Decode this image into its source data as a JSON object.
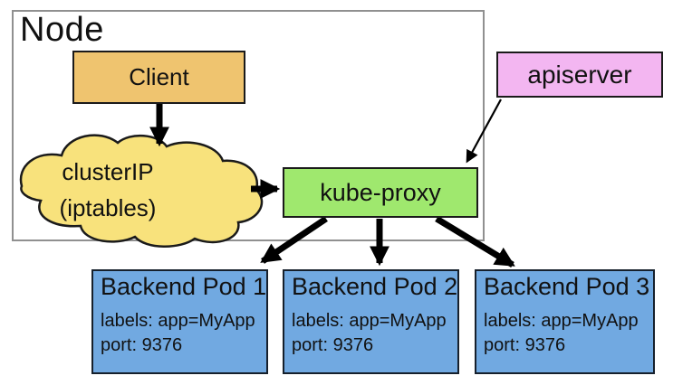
{
  "node": {
    "label": "Node"
  },
  "client": {
    "label": "Client"
  },
  "cluster_ip": {
    "line1": "clusterIP",
    "line2": "(iptables)"
  },
  "kube_proxy": {
    "label": "kube-proxy"
  },
  "apiserver": {
    "label": "apiserver"
  },
  "pods": [
    {
      "title": "Backend Pod 1",
      "labels": "labels: app=MyApp",
      "port": "port: 9376"
    },
    {
      "title": "Backend Pod 2",
      "labels": "labels: app=MyApp",
      "port": "port: 9376"
    },
    {
      "title": "Backend Pod 3",
      "labels": "labels: app=MyApp",
      "port": "port: 9376"
    }
  ],
  "edges": [
    {
      "from": "Client",
      "to": "clusterIP (iptables)",
      "style": "thick"
    },
    {
      "from": "clusterIP (iptables)",
      "to": "kube-proxy",
      "style": "thick"
    },
    {
      "from": "apiserver",
      "to": "kube-proxy",
      "style": "thin"
    },
    {
      "from": "kube-proxy",
      "to": "Backend Pod 1",
      "style": "thick"
    },
    {
      "from": "kube-proxy",
      "to": "Backend Pod 2",
      "style": "thick"
    },
    {
      "from": "kube-proxy",
      "to": "Backend Pod 3",
      "style": "thick"
    }
  ],
  "colors": {
    "client_fill": "#EFC46F",
    "cloud_fill": "#F8E27C",
    "kube_proxy_fill": "#9FE86E",
    "apiserver_fill": "#F3B6F1",
    "pod_fill": "#71A9E1",
    "node_border": "#909090",
    "box_border": "#1A1A1A",
    "arrow": "#000000"
  }
}
